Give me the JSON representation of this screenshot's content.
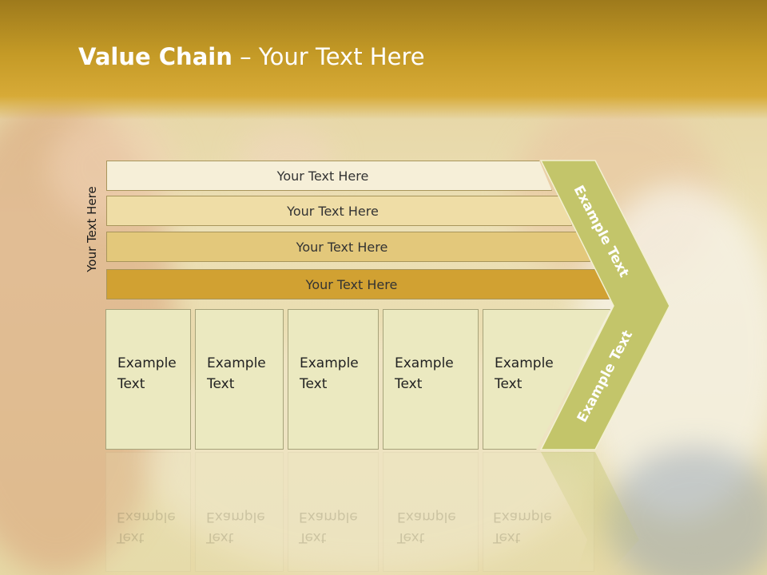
{
  "slide": {
    "title_bold": "Value Chain",
    "title_rest": " – Your Text Here",
    "vertical_label": "Your Text Here"
  },
  "bands": [
    {
      "label": "Your Text Here",
      "color": "#f6efd8"
    },
    {
      "label": "Your Text Here",
      "color": "#efdda6"
    },
    {
      "label": "Your Text Here",
      "color": "#e3c87b"
    },
    {
      "label": "Your Text Here",
      "color": "#d1a132"
    }
  ],
  "columns": [
    {
      "line1": "Example",
      "line2": "Text"
    },
    {
      "line1": "Example",
      "line2": "Text"
    },
    {
      "line1": "Example",
      "line2": "Text"
    },
    {
      "line1": "Example",
      "line2": "Text"
    },
    {
      "line1": "Example",
      "line2": "Text"
    }
  ],
  "chevron": {
    "upper_label": "Example Text",
    "lower_label": "Example Text",
    "color": "#c3c56a"
  },
  "colors": {
    "header": "#c49a26",
    "column_fill": "#ebe9c0"
  }
}
